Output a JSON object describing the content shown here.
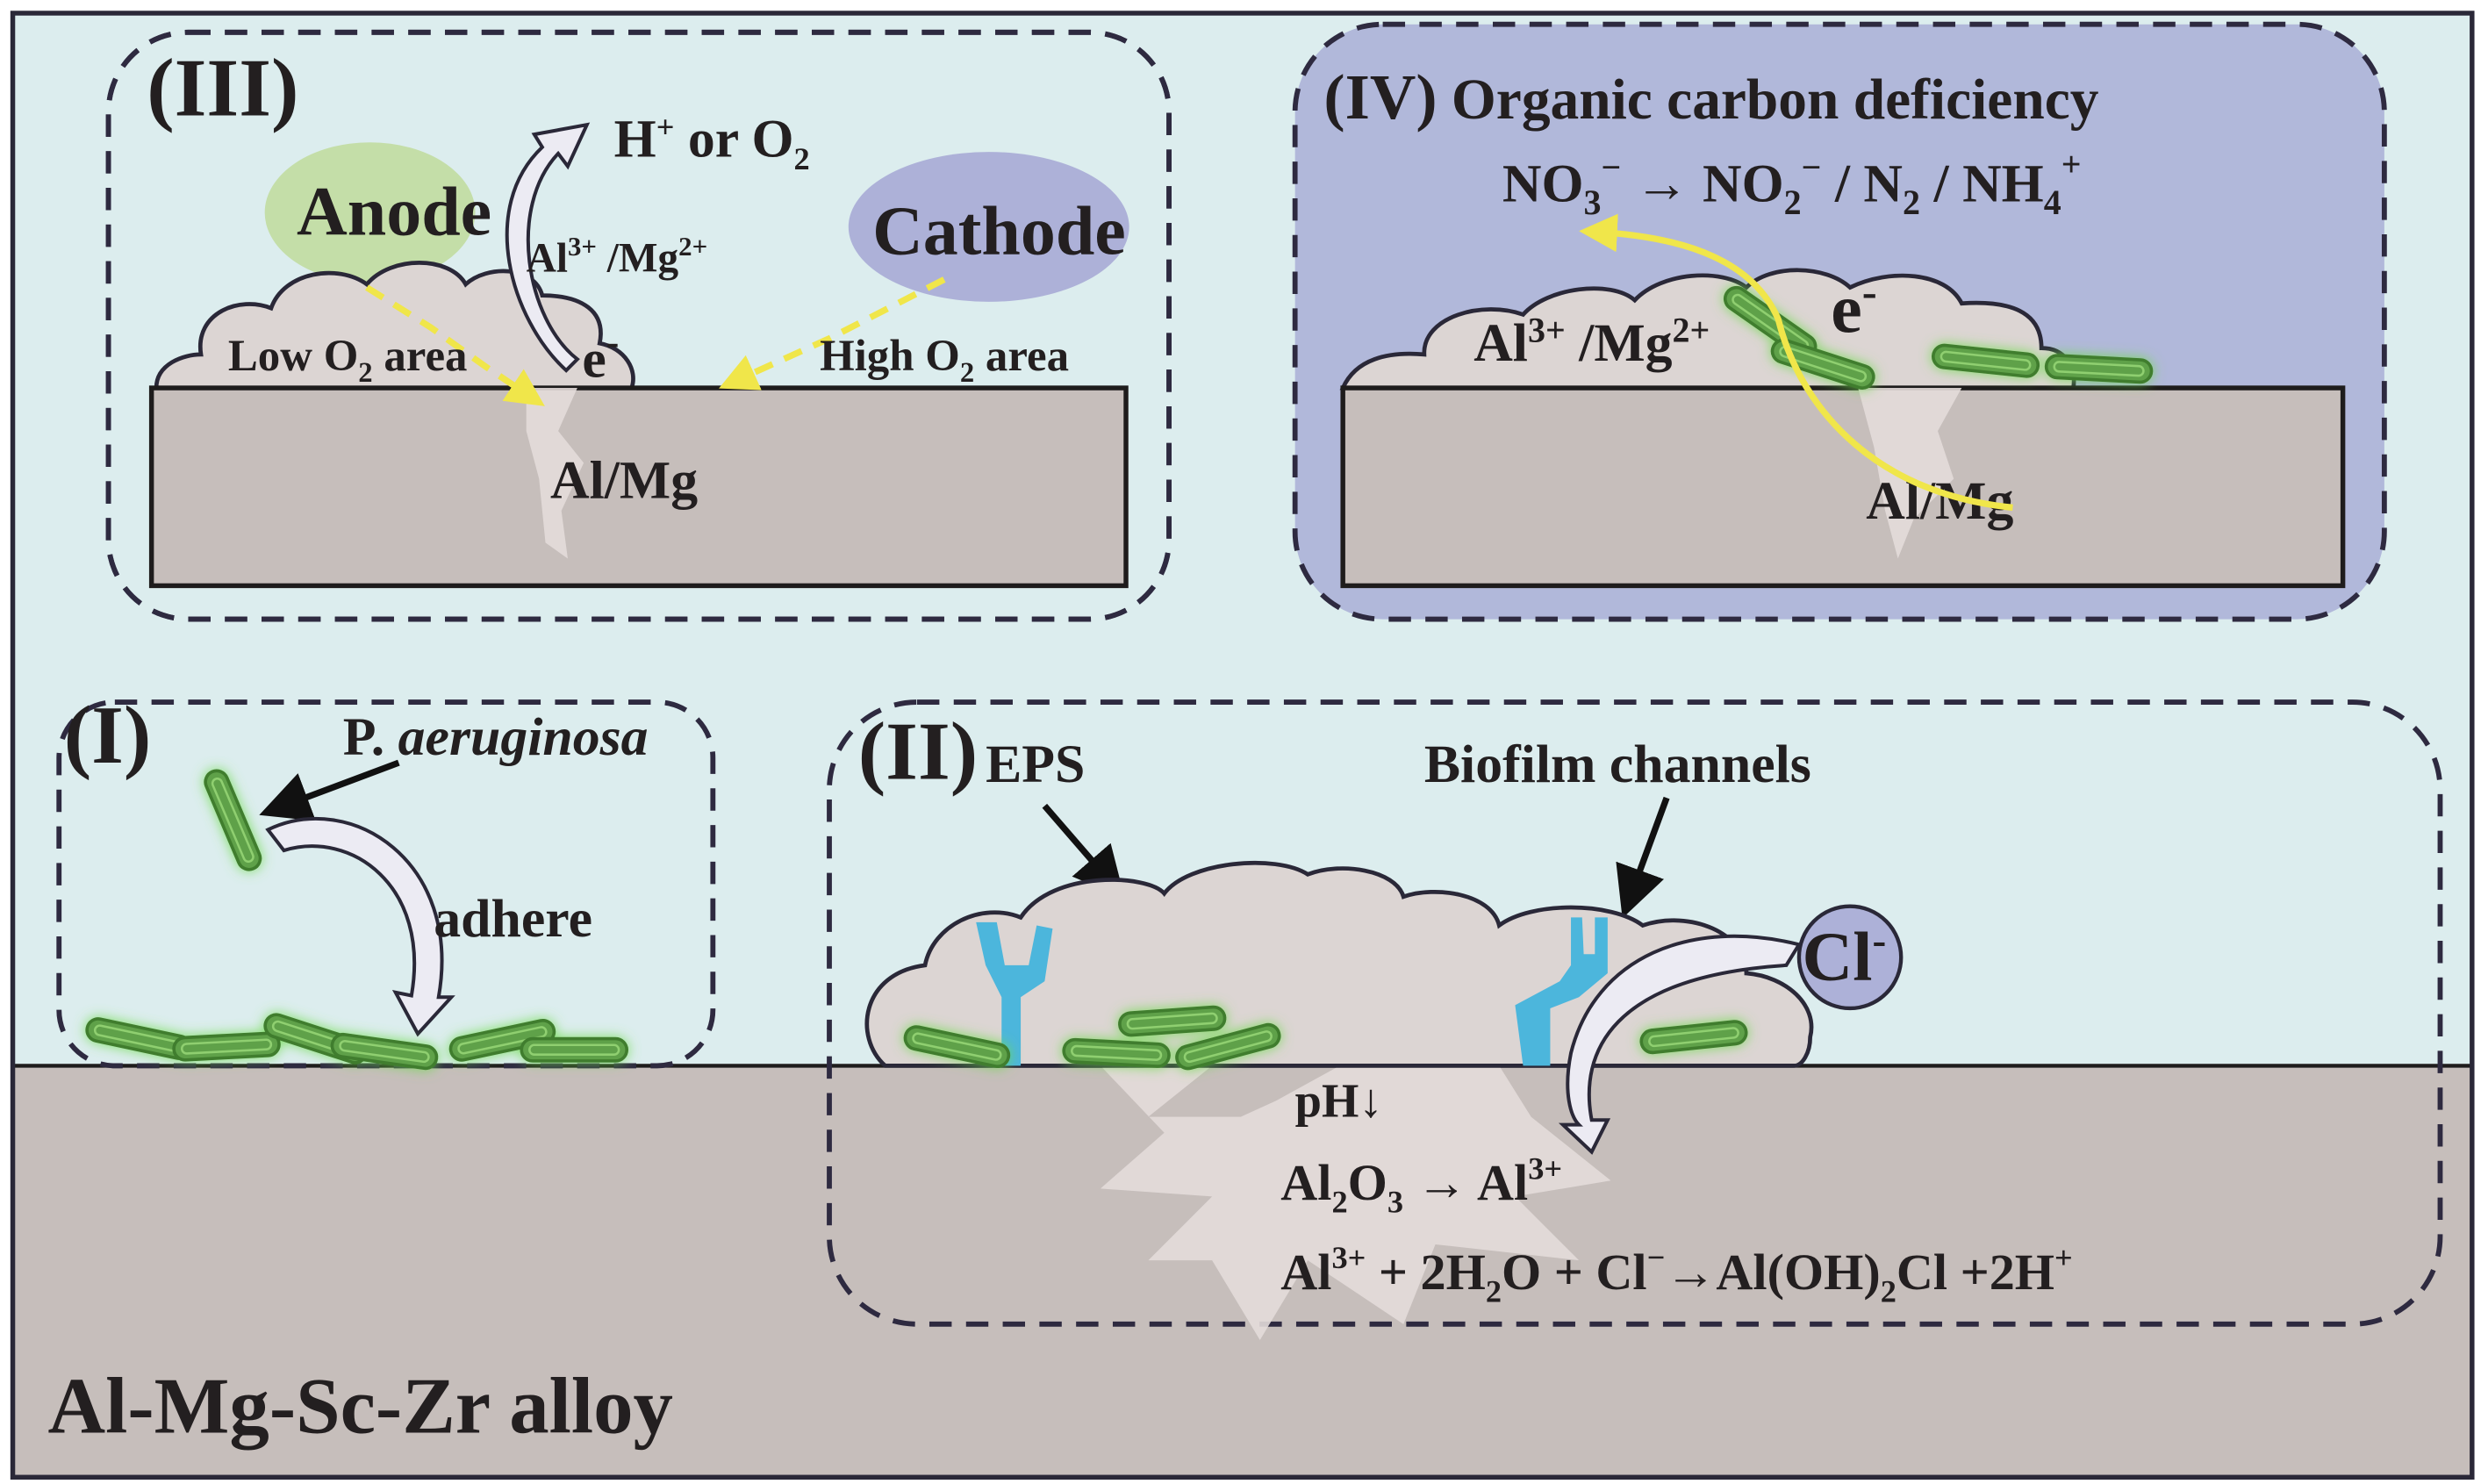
{
  "figure": {
    "substrate_label": "Al-Mg-Sc-Zr alloy",
    "colors": {
      "solution_bg": "#dcedee",
      "metal": "#c6bebb",
      "biofilm": "#dcd5d3",
      "panel_iv_bg": "#b1b8da",
      "panel_iii_bg": "#d5e0e0",
      "anode_fill": "#c4dea8",
      "cathode_fill": "#adb1d8",
      "bacteria": "#5fa14a",
      "channel": "#4cb6dc",
      "electron_arrow": "#f0e64a"
    }
  },
  "panel_i": {
    "id": "(I)",
    "organism_label": "P. ",
    "organism_italic": "aeruginosa",
    "process_label": "adhere"
  },
  "panel_ii": {
    "id": "(II)",
    "eps_label": "EPS",
    "channels_label": "Biofilm channels",
    "ion_label": "Cl",
    "ion_charge": "-",
    "ph_label": "pH↓",
    "reaction_1": {
      "a": "Al",
      "a_sub": "2",
      "b": "O",
      "b_sub": "3",
      "arrow": " → Al",
      "sup": "3+"
    },
    "reaction_2": {
      "p1": "Al",
      "p1_sup": "3+",
      "p2": " + 2H",
      "p2_sub": "2",
      "p3": "O + Cl",
      "p3_sup": "−",
      "p4": "→Al(OH)",
      "p4_sub": "2",
      "p5": "Cl +2H",
      "p5_sup": "+"
    }
  },
  "panel_iii": {
    "id": "(III)",
    "anode_label": "Anode",
    "cathode_label": "Cathode",
    "product": {
      "p1": "H",
      "p1_sup": "+",
      "p2": " or O",
      "p2_sub": "2"
    },
    "ions": {
      "p1": "Al",
      "p1_sup": "3+",
      "p2": " /Mg",
      "p2_sup": "2+"
    },
    "low_o2": {
      "p1": "Low O",
      "sub": "2",
      "p2": " area"
    },
    "high_o2": {
      "p1": "High O",
      "sub": "2",
      "p2": " area"
    },
    "electron": {
      "p1": "e",
      "sup": "-"
    },
    "metal_label": "Al/Mg"
  },
  "panel_iv": {
    "id": "(IV)",
    "title": "Organic carbon deficiency",
    "reaction": {
      "p1": "NO",
      "p1_sub": "3",
      "p1_sup": "−",
      "p2": " → NO",
      "p2_sub": "2",
      "p2_sup": "−",
      "p3": " / N",
      "p3_sub": "2",
      "p4": " / NH",
      "p4_sub": "4",
      "p4_sup": "+"
    },
    "ions": {
      "p1": "Al",
      "p1_sup": "3+",
      "p2": " /Mg",
      "p2_sup": "2+"
    },
    "electron": {
      "p1": "e",
      "sup": "-"
    },
    "metal_label": "Al/Mg"
  }
}
